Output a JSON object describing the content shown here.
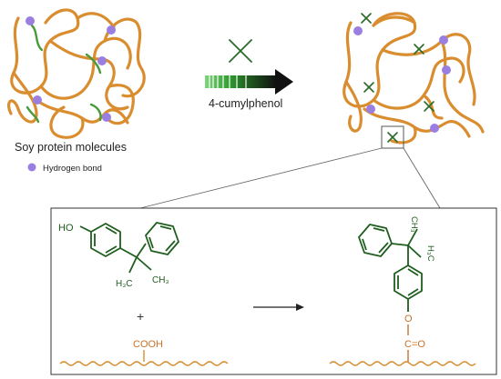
{
  "labels": {
    "reagent": "4-cumylphenol",
    "left_title": "Soy protein molecules",
    "legend": "Hydrogen bond"
  },
  "chemistry": {
    "ho": "HO",
    "h3c": "H₃C",
    "ch3": "CH₃",
    "plus": "+",
    "cooh": "COOH",
    "product_ch3": "CH₃",
    "product_h3c": "H₃C",
    "ester_o": "O",
    "ester_co": "C=O"
  },
  "colors": {
    "protein": "#d98d2f",
    "protein_green": "#4a9a3a",
    "hbond": "#9b7fe0",
    "chem": "#1f5e1f",
    "crossmark": "#2a6b2a",
    "arrow_dark": "#1a1a1a"
  }
}
